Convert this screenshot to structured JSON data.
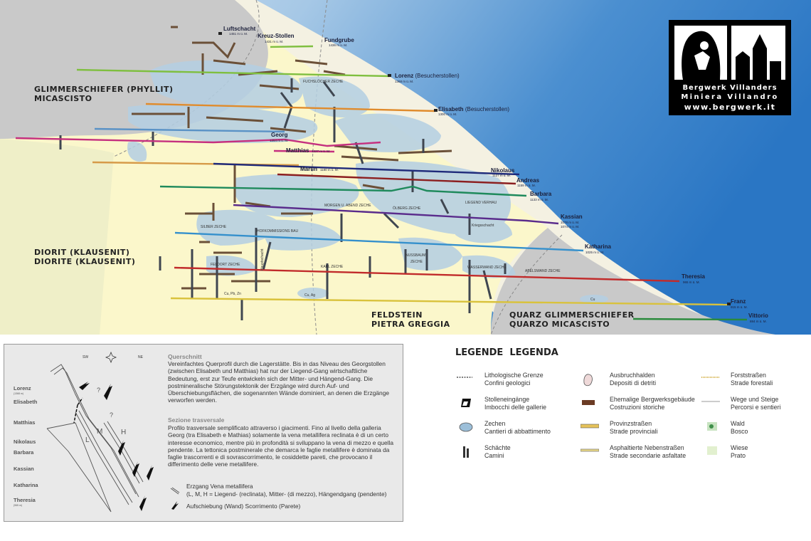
{
  "map": {
    "zones": {
      "glimmer_de": "GLIMMERSCHIEFER (PHYLLIT)",
      "glimmer_it": "MICASCISTO",
      "diorit_de": "DIORIT (KLAUSENIT)",
      "diorit_it": "DIORITE (KLAUSENIT)",
      "feldstein_de": "FELDSTEIN",
      "feldstein_it": "PIETRA GREGGIA",
      "quarz_de": "QUARZ GLIMMERSCHIEFER",
      "quarz_it": "QUARZO MICASCISTO"
    },
    "galleries": {
      "luftschacht": {
        "name": "Luftschacht",
        "alt": "1451 m ü. M."
      },
      "kreuz": {
        "name": "Kreuz-Stollen",
        "alt": "1431 m ü. M."
      },
      "fundgrube": {
        "name": "Fundgrube",
        "alt": "1436 m ü. M."
      },
      "lorenz": {
        "name": "Lorenz",
        "note": "(Besucherstollen)",
        "alt": "1368 m ü. M."
      },
      "elisabeth": {
        "name": "Elisabeth",
        "note": "(Besucherstollen)",
        "alt": "1300 m ü. M."
      },
      "georg": {
        "name": "Georg",
        "alt": "1254 m ü. M."
      },
      "matthias": {
        "name": "Matthias",
        "alt": "1227 m ü. M."
      },
      "martin": {
        "name": "Martin",
        "alt": "1180 m ü. M."
      },
      "nikolaus": {
        "name": "Nikolaus",
        "alt": "1127 m ü. M."
      },
      "andreas": {
        "name": "Andreas",
        "alt": "1159 m ü. M."
      },
      "barbara": {
        "name": "Barbara",
        "alt": "1133 m ü. M."
      },
      "kassian": {
        "name": "Kassian",
        "alt": "1078 m ü. M.",
        "alt2": "1074 m ü. M."
      },
      "katharina": {
        "name": "Katharina",
        "alt": "1025 m ü. M."
      },
      "theresia": {
        "name": "Theresia",
        "alt": "965 m ü. M."
      },
      "franz": {
        "name": "Franz",
        "alt": "915 m ü. M."
      },
      "vittorio": {
        "name": "Vittorio",
        "alt": "884 m ü. M."
      }
    },
    "zechen": {
      "fuchsloecher": "FUCHSLÖCHER ZECHE",
      "morgen": "MORGEN U. ABEND ZECHE",
      "oelberg": "ÖLBERG ZECHE",
      "liegend": "LIEGEND VERHAU",
      "silber": "SILBER ZECHE",
      "hofkommission": "HOFKOMMISSIONS BAU",
      "kriegsschacht": "Kriegsschacht",
      "hauptschacht": "Hauptschacht",
      "nussbaum1": "NUSSBAUM",
      "nussbaum2": "ZECHE",
      "feldort": "FELDORT ZECHE",
      "karl": "KARL ZECHE",
      "wasserwand": "WASSERWAND ZECHE",
      "abelswand": "ABELSWAND ZECHE",
      "cu_pb_zn": "Cu, Pb, Zn",
      "cu_ag": "Cu, Ag",
      "cu": "Cu"
    }
  },
  "logo": {
    "line1": "Bergwerk Villanders",
    "line2": "Miniera Villandro",
    "line3": "www.bergwerk.it"
  },
  "cross_section": {
    "compass": {
      "sw": "SW",
      "ne": "NE"
    },
    "title_de": "Querschnitt",
    "body_de": "Vereinfachtes Querprofil durch die Lagerstätte. Bis in das Niveau des Georgstollen (zwischen Elisabeth und Matthias) hat nur der Liegend-Gang wirtschaftliche Bedeutung, erst zur Teufe entwickeln sich der Mitter- und Hängend-Gang. Die postmineralische Störungstektonik der Erzgänge wird durch Auf- und Überschiebungsflächen, die sogenannten Wände dominiert, an denen die Erzgänge verworfen werden.",
    "title_it": "Sezione trasversale",
    "body_it": "Profilo trasversale semplificato attraverso i giacimenti. Fino al livello della galleria Georg (tra Elisabeth e Mathias) solamente la vena metallifera reclinata è di un certo interesse economico, mentre più in profondità si sviluppano la vena di mezzo e quella pendente. La tettonica postminerale che demarca le faglie metallifere è dominata da faglie trascorrenti e di sovrascorrimento, le cosiddette pareti, che provocano il differimento delle vene metallifere.",
    "levels": [
      {
        "name": "Lorenz",
        "alt": "(1368 m)"
      },
      {
        "name": "Elisabeth"
      },
      {
        "name": "Matthias"
      },
      {
        "name": "Nikolaus"
      },
      {
        "name": "Barbara"
      },
      {
        "name": "Kassian"
      },
      {
        "name": "Katharina"
      },
      {
        "name": "Theresia",
        "alt": "(965 m)"
      }
    ],
    "vein_letters": {
      "l": "L",
      "m": "M",
      "h": "H",
      "q": "?"
    },
    "key1_l1": "Erzgang Vena metallifera",
    "key1_l2": "(L, M, H = Liegend- (reclinata), Mitter- (di mezzo), Hängendgang (pendente)",
    "key2": "Aufschiebung (Wand) Scorrimento (Parete)"
  },
  "legend": {
    "title_de": "LEGENDE",
    "title_it": "LEGENDA",
    "items": [
      {
        "de": "Lithologische Grenze",
        "it": "Confini geologici"
      },
      {
        "de": "Stolleneingänge",
        "it": "Imbocchi delle gallerie"
      },
      {
        "de": "Zechen",
        "it": "Cantieri di abbattimento"
      },
      {
        "de": "Schächte",
        "it": "Camini"
      },
      {
        "de": "Ausbruchhalden",
        "it": "Depositi di detriti"
      },
      {
        "de": "Ehemalige Bergwerksgebäude",
        "it": "Costruzioni storiche"
      },
      {
        "de": "Provinzstraßen",
        "it": "Strade provinciali"
      },
      {
        "de": "Asphaltierte Nebenstraßen",
        "it": "Strade secondarie asfaltate"
      },
      {
        "de": "Forststraßen",
        "it": "Strade forestali"
      },
      {
        "de": "Wege und Steige",
        "it": "Percorsi e sentieri"
      },
      {
        "de": "Wald",
        "it": "Bosco"
      },
      {
        "de": "Wiese",
        "it": "Prato"
      }
    ]
  }
}
